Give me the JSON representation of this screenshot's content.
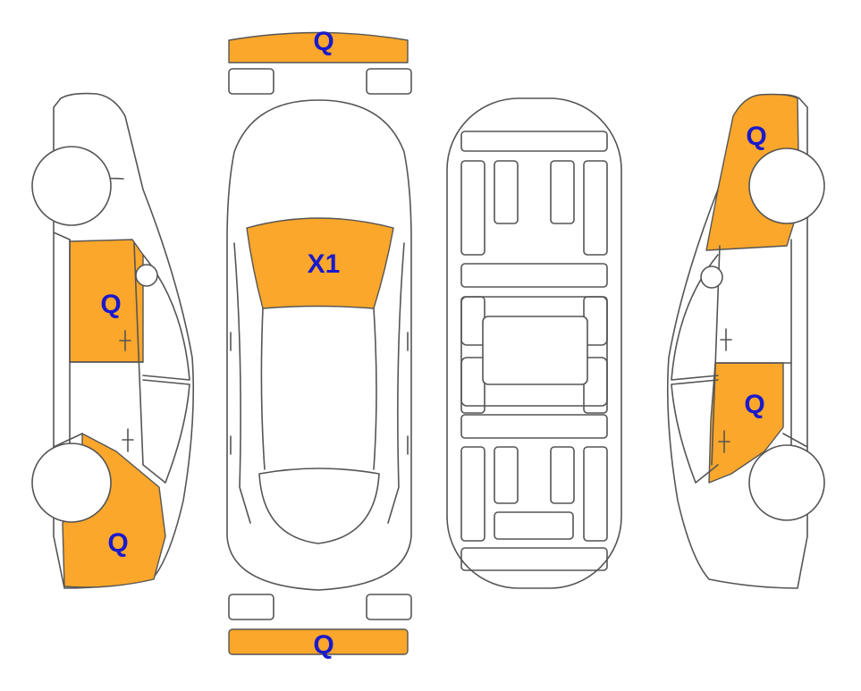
{
  "colors": {
    "damage_fill": "#fba72b",
    "label_color": "#1a1acc",
    "outline": "#555555",
    "background": "#ffffff"
  },
  "labels": {
    "front_bumper": "Q",
    "rear_bumper": "Q",
    "windshield": "X1",
    "left_front_door": "Q",
    "left_rear_quarter": "Q",
    "right_rear_quarter": "Q",
    "right_rear_door": "Q"
  }
}
